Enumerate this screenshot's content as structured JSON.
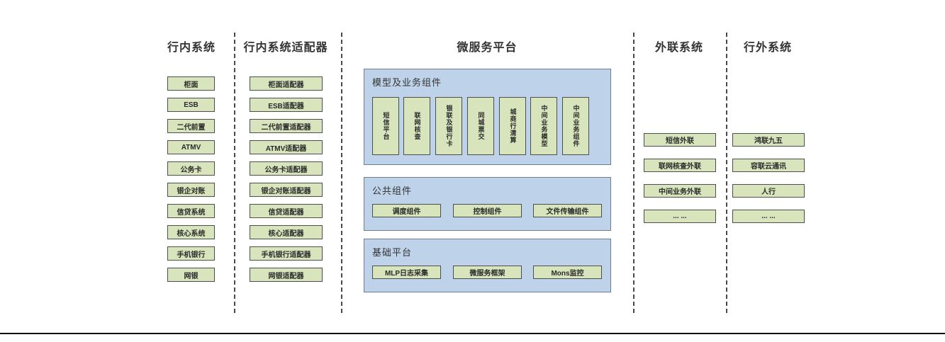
{
  "diagram": {
    "left_columns": [
      {
        "title": "行内系统",
        "items": [
          "柜面",
          "ESB",
          "二代前置",
          "ATMV",
          "公务卡",
          "银企对账",
          "信贷系统",
          "核心系统",
          "手机银行",
          "网银"
        ]
      },
      {
        "title": "行内系统适配器",
        "items": [
          "柜面适配器",
          "ESB适配器",
          "二代前置适配器",
          "ATMV适配器",
          "公务卡适配器",
          "银企对账适配器",
          "信贷适配器",
          "核心适配器",
          "手机银行适配器",
          "网银适配器"
        ]
      }
    ],
    "platform": {
      "title": "微服务平台",
      "sections": [
        {
          "label": "模型及业务组件",
          "items": [
            "短信平台",
            "联网核查",
            "银联及银行卡",
            "同城票交",
            "城商行清算",
            "中间业务模型",
            "中间业务组件"
          ]
        },
        {
          "label": "公共组件",
          "items": [
            "调度组件",
            "控制组件",
            "文件传输组件"
          ]
        },
        {
          "label": "基础平台",
          "items": [
            "MLP日志采集",
            "微服务框架",
            "Mons监控"
          ]
        }
      ]
    },
    "right_columns": [
      {
        "title": "外联系统",
        "items": [
          "短信外联",
          "联网核查外联",
          "中间业务外联",
          "... ..."
        ]
      },
      {
        "title": "行外系统",
        "items": [
          "鸿联九五",
          "容联云通讯",
          "人行",
          "... ..."
        ]
      }
    ],
    "colors": {
      "box_fill": "#d7e4bc",
      "box_border": "#4d4d4d",
      "panel_fill": "#bed3e9",
      "panel_border": "#6e7e92",
      "text": "#333333",
      "divider": "#4a4a4a",
      "bottom_line": "#111111"
    }
  }
}
